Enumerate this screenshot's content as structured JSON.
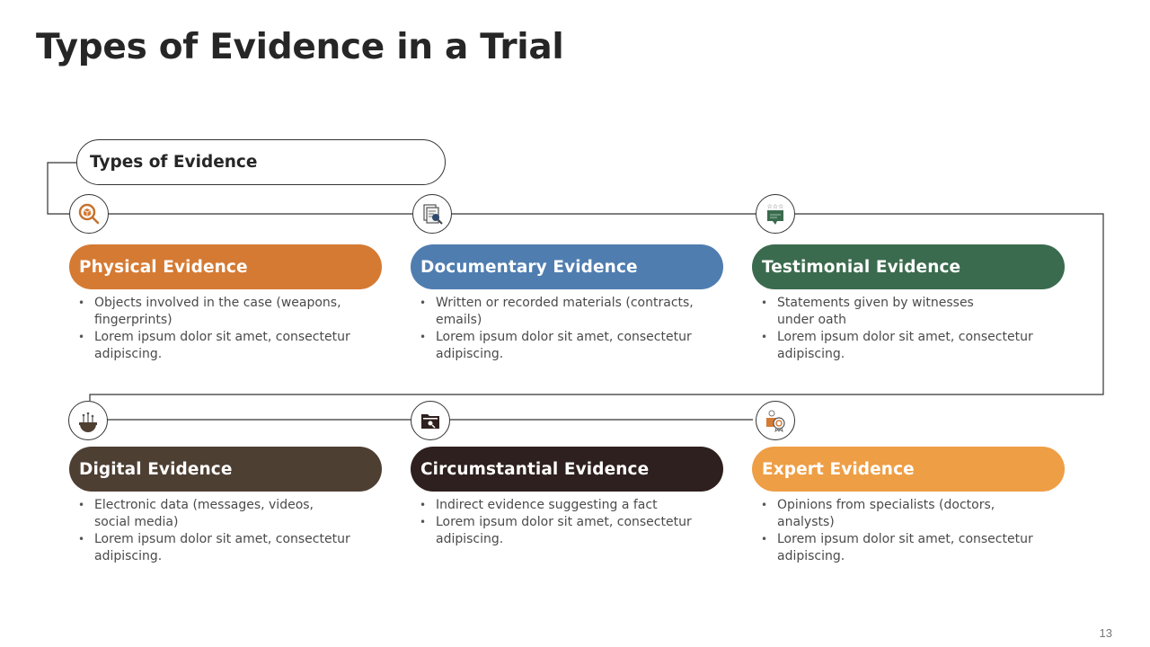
{
  "slide": {
    "title": "Types of Evidence in a Trial",
    "page_number": "13"
  },
  "root": {
    "label": "Types of Evidence"
  },
  "cards": [
    {
      "title": "Physical Evidence",
      "color": "#D57A33",
      "icon": "box-magnifier-icon",
      "bullets": [
        "Objects involved in the case (weapons, fingerprints)",
        "Lorem ipsum dolor sit amet, consectetur adipiscing."
      ]
    },
    {
      "title": "Documentary Evidence",
      "color": "#4F7DB0",
      "icon": "document-search-icon",
      "bullets": [
        "Written or recorded materials (contracts, emails)",
        "Lorem ipsum dolor sit amet, consectetur adipiscing."
      ]
    },
    {
      "title": "Testimonial Evidence",
      "color": "#3B6B4E",
      "icon": "speech-stars-icon",
      "bullets": [
        "Statements given by witnesses under oath",
        "Lorem ipsum dolor sit amet, consectetur adipiscing."
      ]
    },
    {
      "title": "Digital Evidence",
      "color": "#4E3F33",
      "icon": "digital-gear-icon",
      "bullets": [
        "Electronic data (messages, videos, social media)",
        "Lorem ipsum dolor sit amet, consectetur adipiscing."
      ]
    },
    {
      "title": "Circumstantial Evidence",
      "color": "#2E201E",
      "icon": "folder-search-icon",
      "bullets": [
        "Indirect evidence suggesting a fact",
        "Lorem ipsum dolor sit amet, consectetur adipiscing."
      ]
    },
    {
      "title": "Expert Evidence",
      "color": "#EE9E45",
      "icon": "expert-badge-icon",
      "bullets": [
        "Opinions from specialists (doctors, analysts)",
        "Lorem ipsum dolor sit amet, consectetur adipiscing."
      ]
    }
  ]
}
